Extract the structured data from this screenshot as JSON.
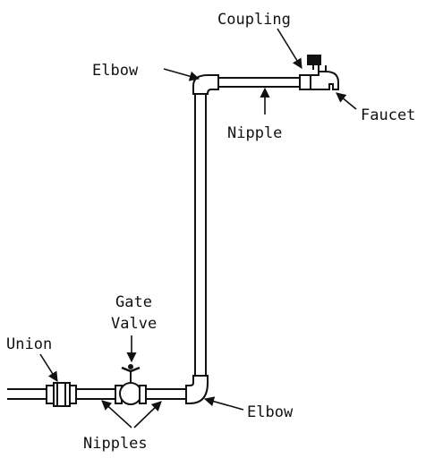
{
  "diagram": {
    "labels": {
      "coupling": "Coupling",
      "elbow_top": "Elbow",
      "faucet": "Faucet",
      "nipple_top": "Nipple",
      "gate": "Gate",
      "valve": "Valve",
      "union": "Union",
      "elbow_bottom": "Elbow",
      "nipples": "Nipples"
    },
    "colors": {
      "ink": "#111111",
      "pipe_fill": "#ffffff",
      "background": "#ffffff"
    }
  }
}
